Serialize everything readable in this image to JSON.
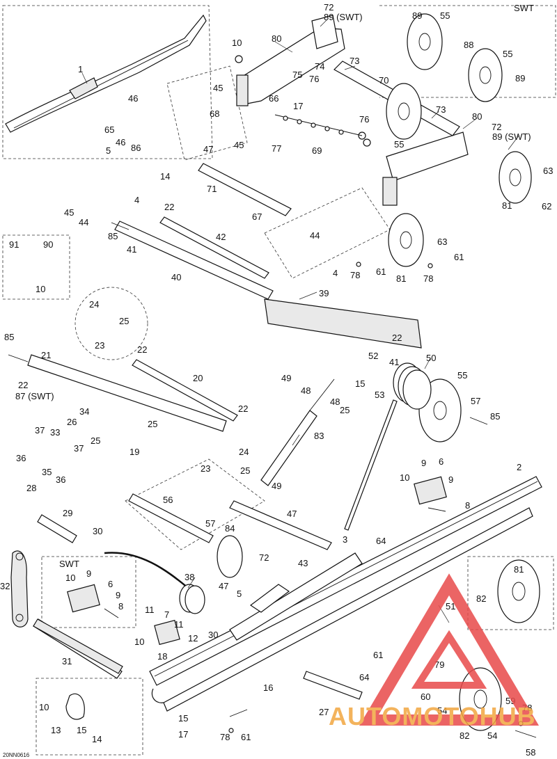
{
  "drawing_ref": "20NN0616",
  "watermark": {
    "text": "AUTOMOTOHUB",
    "colors": {
      "triangle": "#e84a4a",
      "text": "#f2a640",
      "hub": "#333333"
    }
  },
  "callouts": [
    {
      "id": "c1",
      "text": "1"
    },
    {
      "id": "c2",
      "text": "2"
    },
    {
      "id": "c3",
      "text": "3"
    },
    {
      "id": "c4a",
      "text": "4"
    },
    {
      "id": "c4b",
      "text": "4"
    },
    {
      "id": "c5a",
      "text": "5"
    },
    {
      "id": "c5b",
      "text": "5"
    },
    {
      "id": "c6a",
      "text": "6"
    },
    {
      "id": "c6b",
      "text": "6"
    },
    {
      "id": "c7",
      "text": "7"
    },
    {
      "id": "c8a",
      "text": "8"
    },
    {
      "id": "c8b",
      "text": "8"
    },
    {
      "id": "c9a",
      "text": "9"
    },
    {
      "id": "c9b",
      "text": "9"
    },
    {
      "id": "c9c",
      "text": "9"
    },
    {
      "id": "c9d",
      "text": "9"
    },
    {
      "id": "c10a",
      "text": "10"
    },
    {
      "id": "c10b",
      "text": "10"
    },
    {
      "id": "c10c",
      "text": "10"
    },
    {
      "id": "c10d",
      "text": "10"
    },
    {
      "id": "c10e",
      "text": "10"
    },
    {
      "id": "c10f",
      "text": "10"
    },
    {
      "id": "c11a",
      "text": "11"
    },
    {
      "id": "c11b",
      "text": "11"
    },
    {
      "id": "c12",
      "text": "12"
    },
    {
      "id": "c13",
      "text": "13"
    },
    {
      "id": "c14a",
      "text": "14"
    },
    {
      "id": "c14b",
      "text": "14"
    },
    {
      "id": "c15a",
      "text": "15"
    },
    {
      "id": "c15b",
      "text": "15"
    },
    {
      "id": "c15c",
      "text": "15"
    },
    {
      "id": "c16",
      "text": "16"
    },
    {
      "id": "c17a",
      "text": "17"
    },
    {
      "id": "c17b",
      "text": "17"
    },
    {
      "id": "c18",
      "text": "18"
    },
    {
      "id": "c19",
      "text": "19"
    },
    {
      "id": "c20",
      "text": "20"
    },
    {
      "id": "c21",
      "text": "21"
    },
    {
      "id": "c22a",
      "text": "22"
    },
    {
      "id": "c22b",
      "text": "22"
    },
    {
      "id": "c22c",
      "text": "22"
    },
    {
      "id": "c22d",
      "text": "22"
    },
    {
      "id": "c22e",
      "text": "22"
    },
    {
      "id": "c23a",
      "text": "23"
    },
    {
      "id": "c23b",
      "text": "23"
    },
    {
      "id": "c24a",
      "text": "24"
    },
    {
      "id": "c24b",
      "text": "24"
    },
    {
      "id": "c25a",
      "text": "25"
    },
    {
      "id": "c25b",
      "text": "25"
    },
    {
      "id": "c25c",
      "text": "25"
    },
    {
      "id": "c25d",
      "text": "25"
    },
    {
      "id": "c25e",
      "text": "25"
    },
    {
      "id": "c26",
      "text": "26"
    },
    {
      "id": "c27",
      "text": "27"
    },
    {
      "id": "c28",
      "text": "28"
    },
    {
      "id": "c29",
      "text": "29"
    },
    {
      "id": "c30a",
      "text": "30"
    },
    {
      "id": "c30b",
      "text": "30"
    },
    {
      "id": "c31",
      "text": "31"
    },
    {
      "id": "c32",
      "text": "32"
    },
    {
      "id": "c33",
      "text": "33"
    },
    {
      "id": "c34",
      "text": "34"
    },
    {
      "id": "c35",
      "text": "35"
    },
    {
      "id": "c36a",
      "text": "36"
    },
    {
      "id": "c36b",
      "text": "36"
    },
    {
      "id": "c37a",
      "text": "37"
    },
    {
      "id": "c37b",
      "text": "37"
    },
    {
      "id": "c38",
      "text": "38"
    },
    {
      "id": "c39",
      "text": "39"
    },
    {
      "id": "c40",
      "text": "40"
    },
    {
      "id": "c41a",
      "text": "41"
    },
    {
      "id": "c41b",
      "text": "41"
    },
    {
      "id": "c42",
      "text": "42"
    },
    {
      "id": "c43",
      "text": "43"
    },
    {
      "id": "c44a",
      "text": "44"
    },
    {
      "id": "c44b",
      "text": "44"
    },
    {
      "id": "c45a",
      "text": "45"
    },
    {
      "id": "c45b",
      "text": "45"
    },
    {
      "id": "c45c",
      "text": "45"
    },
    {
      "id": "c46a",
      "text": "46"
    },
    {
      "id": "c46b",
      "text": "46"
    },
    {
      "id": "c47a",
      "text": "47"
    },
    {
      "id": "c47b",
      "text": "47"
    },
    {
      "id": "c47c",
      "text": "47"
    },
    {
      "id": "c48a",
      "text": "48"
    },
    {
      "id": "c48b",
      "text": "48"
    },
    {
      "id": "c49a",
      "text": "49"
    },
    {
      "id": "c49b",
      "text": "49"
    },
    {
      "id": "c50",
      "text": "50"
    },
    {
      "id": "c51",
      "text": "51"
    },
    {
      "id": "c52",
      "text": "52"
    },
    {
      "id": "c53",
      "text": "53"
    },
    {
      "id": "c54a",
      "text": "54"
    },
    {
      "id": "c54b",
      "text": "54"
    },
    {
      "id": "c55a",
      "text": "55"
    },
    {
      "id": "c55b",
      "text": "55"
    },
    {
      "id": "c55c",
      "text": "55"
    },
    {
      "id": "c55d",
      "text": "55"
    },
    {
      "id": "c56",
      "text": "56"
    },
    {
      "id": "c57a",
      "text": "57"
    },
    {
      "id": "c57b",
      "text": "57"
    },
    {
      "id": "c58",
      "text": "58"
    },
    {
      "id": "c59",
      "text": "59"
    },
    {
      "id": "c60",
      "text": "60"
    },
    {
      "id": "c61a",
      "text": "61"
    },
    {
      "id": "c61b",
      "text": "61"
    },
    {
      "id": "c61c",
      "text": "61"
    },
    {
      "id": "c61d",
      "text": "61"
    },
    {
      "id": "c62",
      "text": "62"
    },
    {
      "id": "c63a",
      "text": "63"
    },
    {
      "id": "c63b",
      "text": "63"
    },
    {
      "id": "c64a",
      "text": "64"
    },
    {
      "id": "c64b",
      "text": "64"
    },
    {
      "id": "c65",
      "text": "65"
    },
    {
      "id": "c66",
      "text": "66"
    },
    {
      "id": "c67",
      "text": "67"
    },
    {
      "id": "c68",
      "text": "68"
    },
    {
      "id": "c69",
      "text": "69"
    },
    {
      "id": "c70",
      "text": "70"
    },
    {
      "id": "c71",
      "text": "71"
    },
    {
      "id": "c72a",
      "text": "72"
    },
    {
      "id": "c72b",
      "text": "72"
    },
    {
      "id": "c72c",
      "text": "72"
    },
    {
      "id": "c73a",
      "text": "73"
    },
    {
      "id": "c73b",
      "text": "73"
    },
    {
      "id": "c74",
      "text": "74"
    },
    {
      "id": "c75",
      "text": "75"
    },
    {
      "id": "c76a",
      "text": "76"
    },
    {
      "id": "c76b",
      "text": "76"
    },
    {
      "id": "c77",
      "text": "77"
    },
    {
      "id": "c78a",
      "text": "78"
    },
    {
      "id": "c78b",
      "text": "78"
    },
    {
      "id": "c78c",
      "text": "78"
    },
    {
      "id": "c78d",
      "text": "78"
    },
    {
      "id": "c79",
      "text": "79"
    },
    {
      "id": "c80a",
      "text": "80"
    },
    {
      "id": "c80b",
      "text": "80"
    },
    {
      "id": "c81a",
      "text": "81"
    },
    {
      "id": "c81b",
      "text": "81"
    },
    {
      "id": "c81c",
      "text": "81"
    },
    {
      "id": "c82a",
      "text": "82"
    },
    {
      "id": "c82b",
      "text": "82"
    },
    {
      "id": "c83",
      "text": "83"
    },
    {
      "id": "c84",
      "text": "84"
    },
    {
      "id": "c85a",
      "text": "85"
    },
    {
      "id": "c85b",
      "text": "85"
    },
    {
      "id": "c85c",
      "text": "85"
    },
    {
      "id": "c86",
      "text": "86"
    },
    {
      "id": "c87",
      "text": "87 (SWT)"
    },
    {
      "id": "c88",
      "text": "88"
    },
    {
      "id": "c89a",
      "text": "89 (SWT)"
    },
    {
      "id": "c89b",
      "text": "89"
    },
    {
      "id": "c89c",
      "text": "89"
    },
    {
      "id": "c89d",
      "text": "89 (SWT)"
    },
    {
      "id": "c90",
      "text": "90"
    },
    {
      "id": "c91",
      "text": "91"
    },
    {
      "id": "cswt1",
      "text": "SWT"
    },
    {
      "id": "cswt2",
      "text": "SWT"
    }
  ]
}
